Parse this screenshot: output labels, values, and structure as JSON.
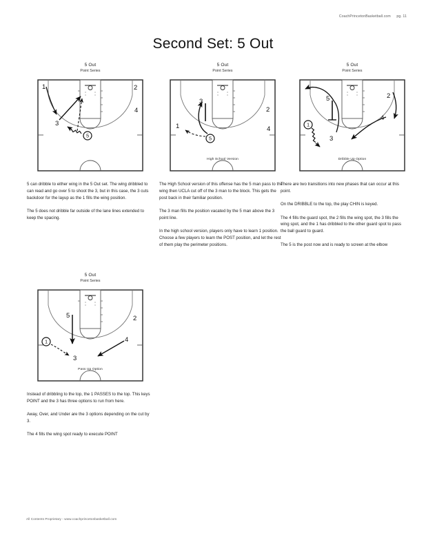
{
  "header": {
    "site": "CoachPrincetonBasketball.com",
    "page_label": "pg. 11"
  },
  "title": "Second Set: 5 Out",
  "footer": "All Contents Proprietary - www.coachprincetonbasketball.com",
  "diagrams": [
    {
      "title": "5 Out",
      "subtitle": "Point Series",
      "caption": "",
      "players": [
        "1",
        "2",
        "3",
        "4",
        "5"
      ]
    },
    {
      "title": "5 Out",
      "subtitle": "Point Series",
      "caption": "High School Version",
      "players": [
        "1",
        "2",
        "3",
        "4",
        "5"
      ]
    },
    {
      "title": "5 Out",
      "subtitle": "Point Series",
      "caption": "Dribble Up Option",
      "players": [
        "1",
        "2",
        "3",
        "4",
        "5"
      ]
    },
    {
      "title": "5 Out",
      "subtitle": "Point Series",
      "caption": "Pass Up Option",
      "players": [
        "1",
        "2",
        "3",
        "4",
        "5"
      ]
    }
  ],
  "columns": {
    "col1": [
      "5 can dribble to either wing in the 5 Out set. The wing dribbled to can read and go over 5 to shoot the 3, but in this case, the 3 cuts backdoor for the layup as the 1 fills the wing position.",
      "The 5 does not dribble far outside of the lane lines extended to keep the spacing."
    ],
    "col2": [
      "The High School version of this offense has the 5 man pass to the wing then UCLA cut off of the 3 man to the block. This gets the post back in their familiar position.",
      "The 3 man fills the position vacated by the 5 man above the 3 point line.",
      "In the high school version, players only have to learn 1 position. Choose a few players to learn the POST position, and let the rest of them play the perimeter positions."
    ],
    "col3": [
      "There are two transitions into new phases that can occur at this point.",
      "On the DRIBBLE to the top, the play CHIN is keyed.",
      "The 4 fills the guard spot, the 2 fills the wing spot, the 3 fills the wing spot, and the 1 has dribbled to the other guard spot to pass the ball guard to guard.",
      "The 5 is the post now and is ready to screen at the elbow"
    ],
    "col4": [
      "Instead of dribbling to the top, the 1 PASSES to the top. This keys POINT and the 3 has three options to run from here.",
      "Away, Over, and Under are the 3 options depending on the cut by 3.",
      "The 4 fills the wing spot ready to execute POINT"
    ]
  },
  "colors": {
    "line": "#2b2b2b",
    "ink": "#111111",
    "court_line": "#444444"
  }
}
